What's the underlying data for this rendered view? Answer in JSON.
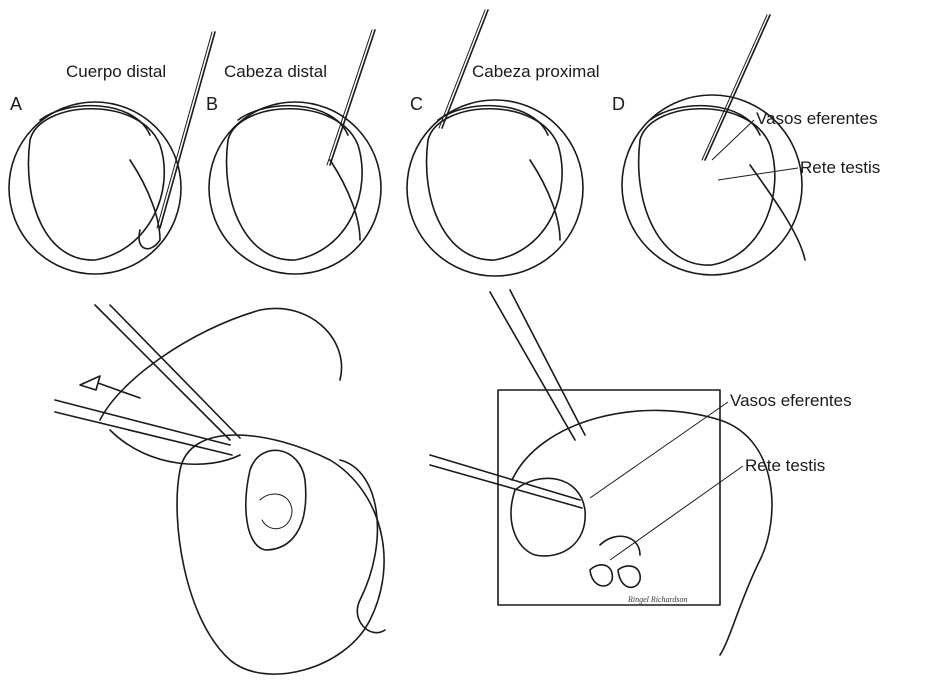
{
  "panels": [
    {
      "letter": "A",
      "label": "Cuerpo distal"
    },
    {
      "letter": "B",
      "label": "Cabeza distal"
    },
    {
      "letter": "C",
      "label": "Cabeza proximal"
    },
    {
      "letter": "D",
      "labels": [
        "Vasos eferentes",
        "Rete testis"
      ]
    }
  ],
  "surgical_view": {
    "labels": [
      "Vasos eferentes",
      "Rete testis"
    ],
    "signature": "Ringel Richardson"
  }
}
